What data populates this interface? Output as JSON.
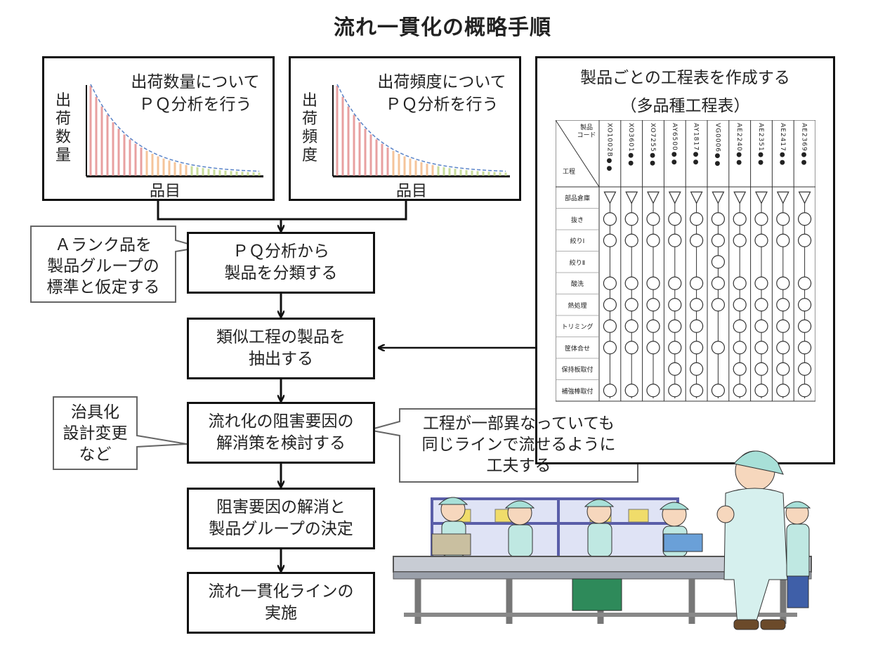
{
  "title": "流れ一貫化の概略手順",
  "pq_quantity": {
    "text": "出荷数量について\nＰＱ分析を行う",
    "y_label": "出\n荷\n数\n量",
    "x_label": "品目"
  },
  "pq_frequency": {
    "text": "出荷頻度について\nＰＱ分析を行う",
    "y_label": "出\n荷\n頻\n度",
    "x_label": "品目"
  },
  "steps": [
    "ＰＱ分析から\n製品を分類する",
    "類似工程の製品を\n抽出する",
    "流れ化の阻害要因の\n解消策を検討する",
    "阻害要因の解消と\n製品グループの決定",
    "流れ一貫化ラインの\n実施"
  ],
  "notes": {
    "a_rank": "Ａランク品を\n製品グループの\n標準と仮定する",
    "jig": "治具化\n設計変更\nなど",
    "line": "工程が一部異なっていても\n同じラインで流せるように\n工夫する"
  },
  "process_table": {
    "title": "製品ごとの工程表を作成する\n（多品種工程表）",
    "header_code": "製品\nコード",
    "header_process": "工程",
    "codes": [
      "XO1002B●●",
      "XO3601●●",
      "XO7255●●",
      "AY6500●●",
      "AY1817●●",
      "VG0006●●",
      "AE2240●●",
      "AE2351●●",
      "AE2417●●",
      "AE2369●●"
    ],
    "processes": [
      "部品倉庫",
      "抜き",
      "絞りⅠ",
      "絞りⅡ",
      "酸洗",
      "熱処理",
      "トリミング",
      "筐体合せ",
      "保持板取付",
      "補強棒取付"
    ]
  },
  "colors": {
    "bar_a": "#e8a0a0",
    "bar_b": "#f5c49a",
    "bar_c": "#c9dc9a",
    "curve": "#5a84c8"
  }
}
